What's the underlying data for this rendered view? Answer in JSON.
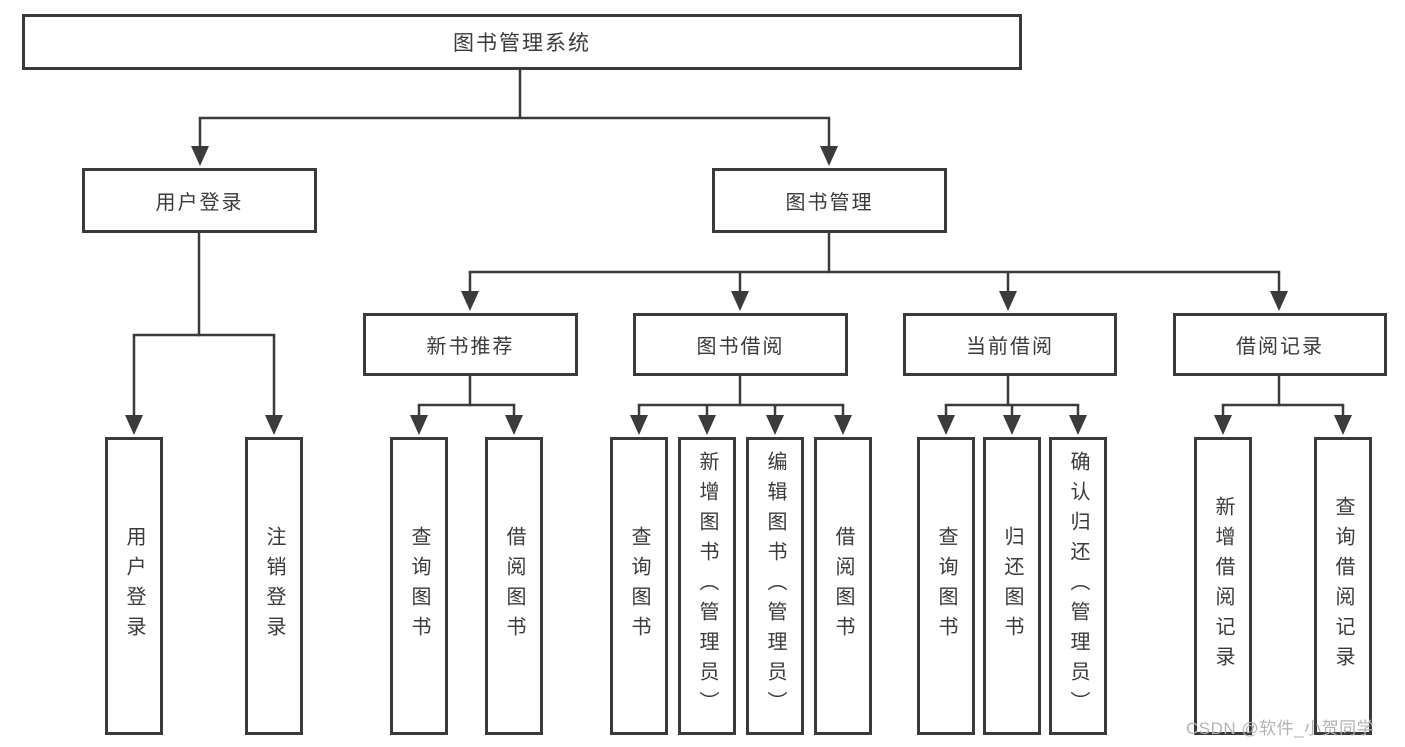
{
  "title": {
    "label": "图书管理系统"
  },
  "branches": [
    {
      "label": "用户登录",
      "leaves": [
        "用户登录",
        "注销登录"
      ]
    },
    {
      "label": "图书管理",
      "groups": [
        {
          "label": "新书推荐",
          "leaves": [
            "查询图书",
            "借阅图书"
          ]
        },
        {
          "label": "图书借阅",
          "leaves": [
            "查询图书",
            "新增图书（管理员）",
            "编辑图书（管理员）",
            "借阅图书"
          ]
        },
        {
          "label": "当前借阅",
          "leaves": [
            "查询图书",
            "归还图书",
            "确认归还（管理员）"
          ]
        },
        {
          "label": "借阅记录",
          "leaves": [
            "新增借阅记录",
            "查询借阅记录"
          ]
        }
      ]
    }
  ],
  "watermark": "CSDN @软件_小贺同学",
  "colors": {
    "line": "#3b3b3b",
    "border": "#3a3a3a",
    "text": "#3a3a3a",
    "watermark": "#b3b3b3"
  }
}
